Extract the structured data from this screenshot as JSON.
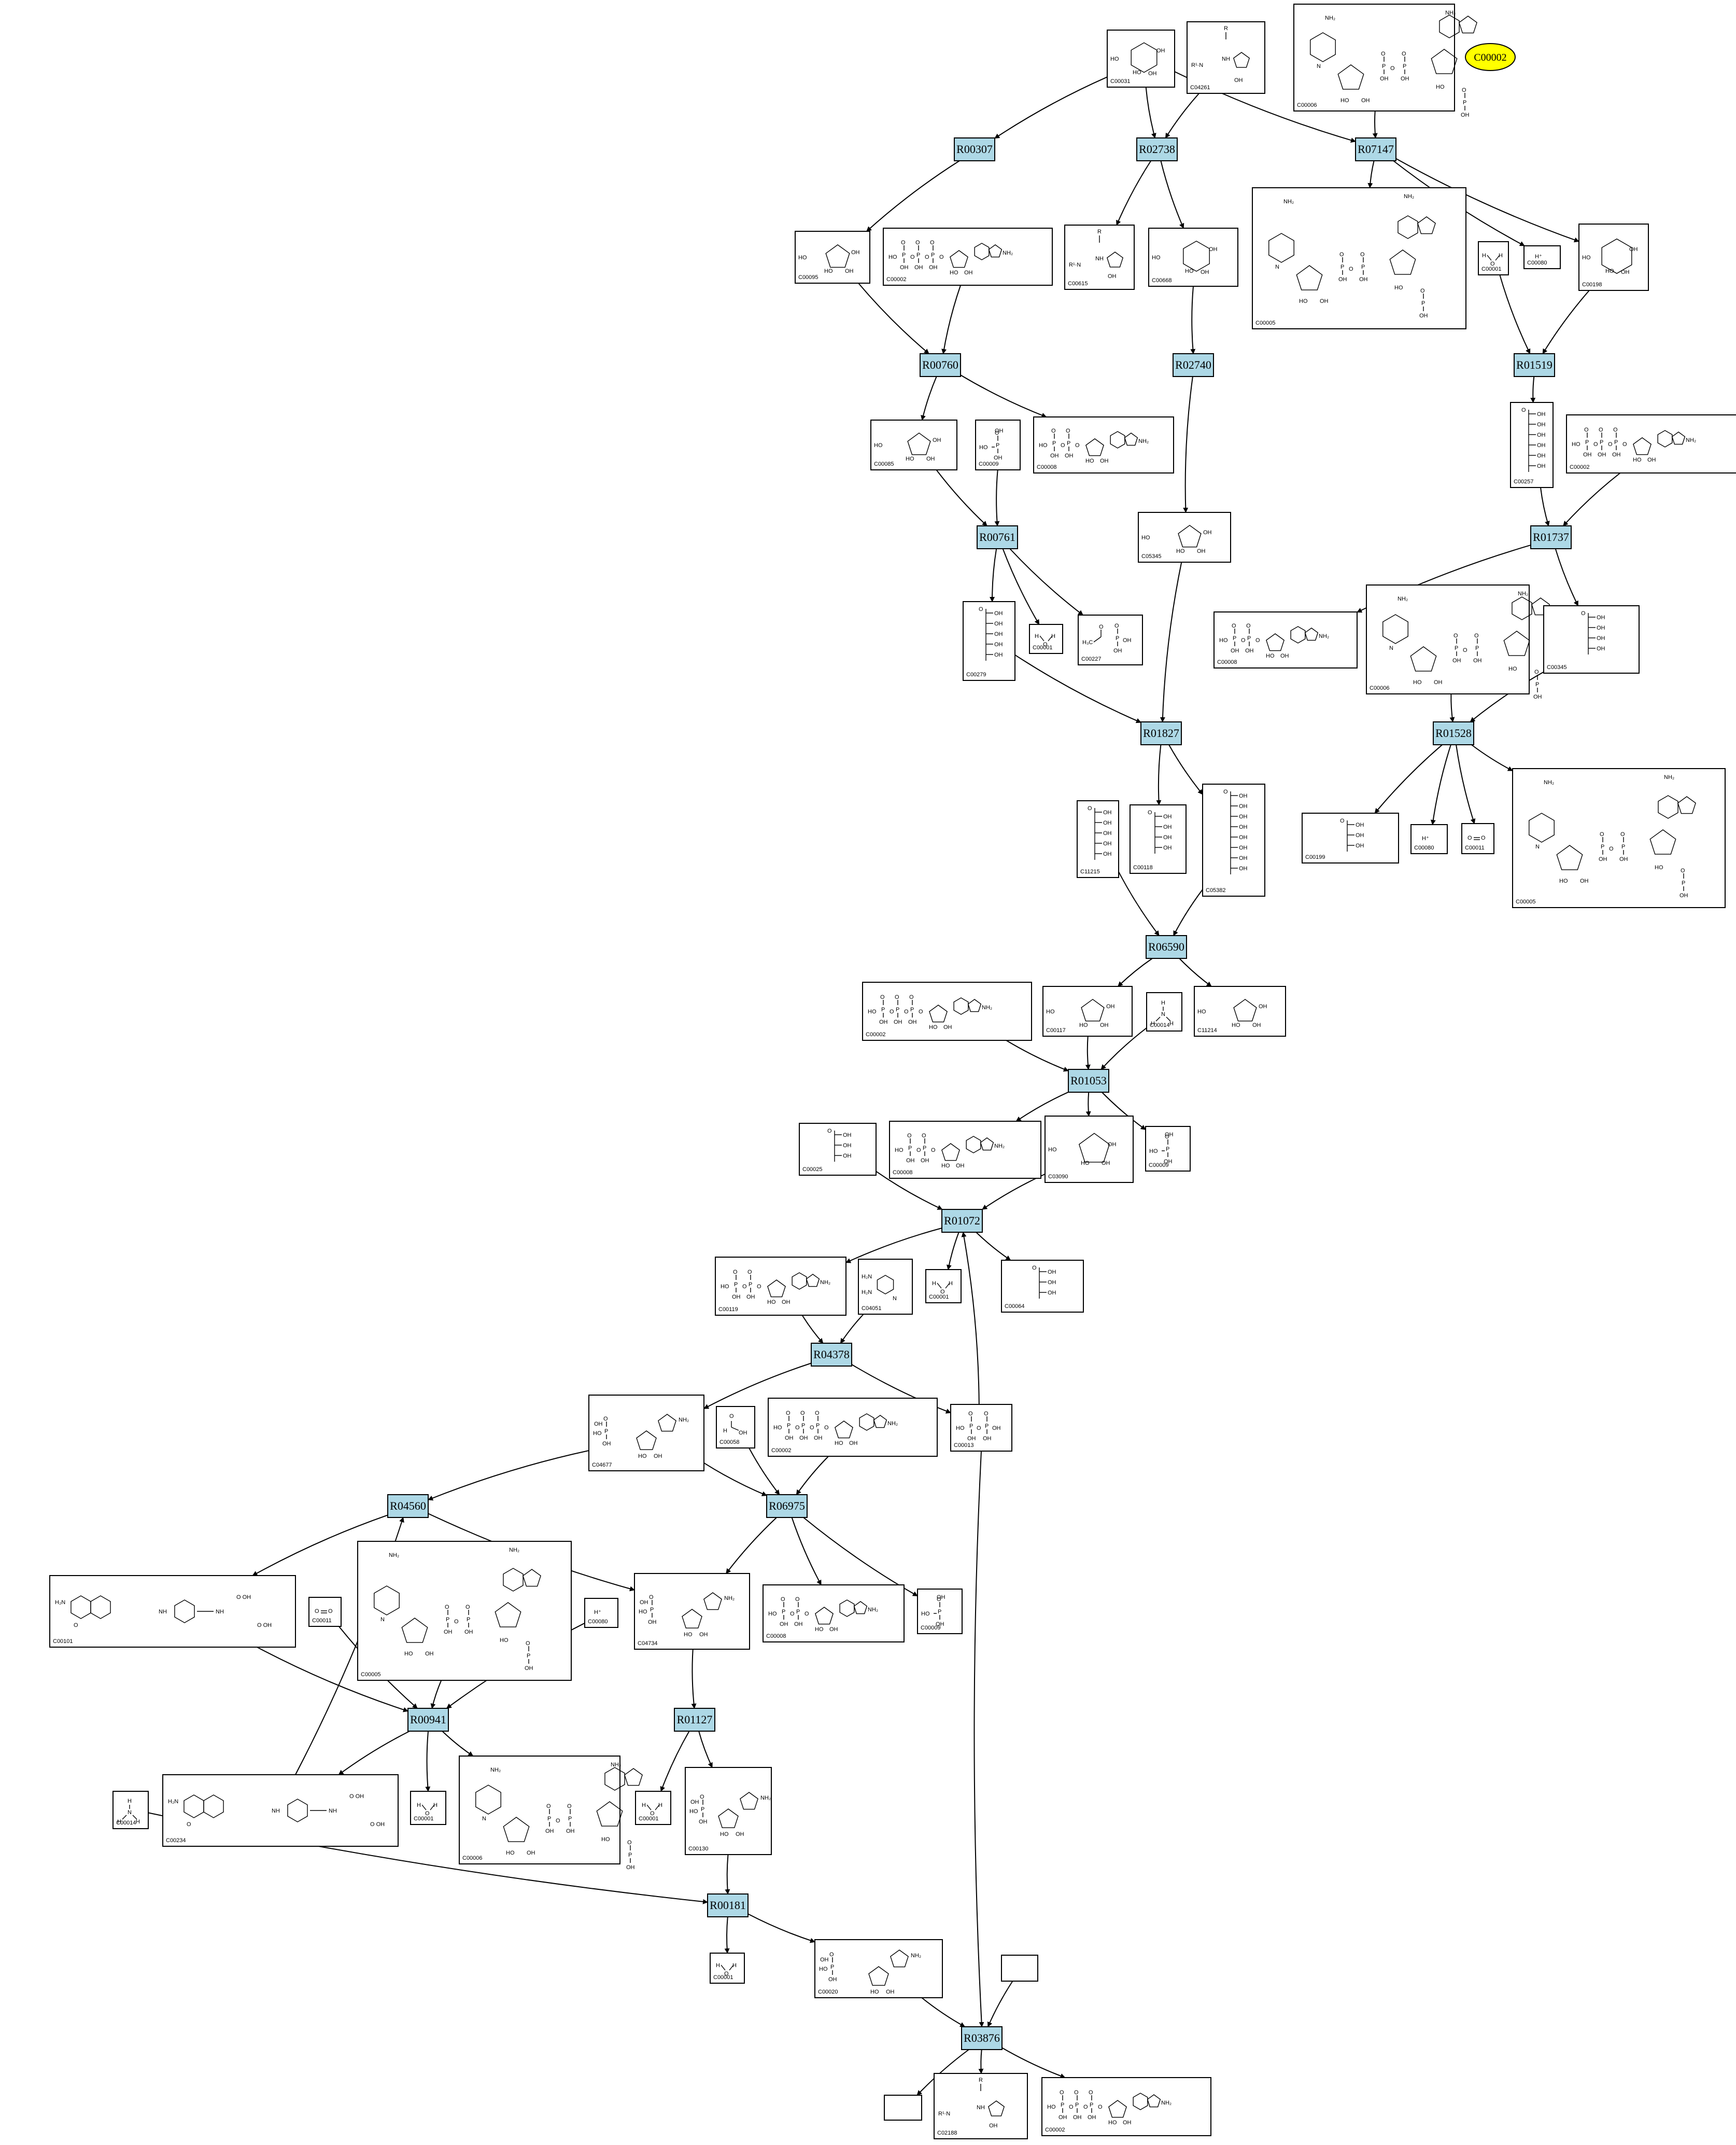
{
  "colors": {
    "reaction_fill": "#add8e6",
    "highlight_fill": "#ffff00",
    "line": "#000000",
    "background": "#ffffff"
  },
  "highlight": {
    "label": "C00002"
  },
  "reactions": [
    {
      "id": "R00307",
      "label": "R00307"
    },
    {
      "id": "R02738",
      "label": "R02738"
    },
    {
      "id": "R07147",
      "label": "R07147"
    },
    {
      "id": "R00760",
      "label": "R00760"
    },
    {
      "id": "R02740",
      "label": "R02740"
    },
    {
      "id": "R01519",
      "label": "R01519"
    },
    {
      "id": "R00761",
      "label": "R00761"
    },
    {
      "id": "R01737",
      "label": "R01737"
    },
    {
      "id": "R01827",
      "label": "R01827"
    },
    {
      "id": "R01528",
      "label": "R01528"
    },
    {
      "id": "R06590",
      "label": "R06590"
    },
    {
      "id": "R01053",
      "label": "R01053"
    },
    {
      "id": "R01072",
      "label": "R01072"
    },
    {
      "id": "R04378",
      "label": "R04378"
    },
    {
      "id": "R04560",
      "label": "R04560"
    },
    {
      "id": "R06975",
      "label": "R06975"
    },
    {
      "id": "R00941",
      "label": "R00941"
    },
    {
      "id": "R01127",
      "label": "R01127"
    },
    {
      "id": "R00181",
      "label": "R00181"
    },
    {
      "id": "R03876",
      "label": "R03876"
    }
  ],
  "compounds": [
    {
      "key": "a1",
      "label": "C00031",
      "kind": "pyranose"
    },
    {
      "key": "a2",
      "label": "C04261",
      "kind": "peptide"
    },
    {
      "key": "a3",
      "label": "C00006",
      "kind": "nadp"
    },
    {
      "key": "a4",
      "label": "C00095",
      "kind": "furanose"
    },
    {
      "key": "a5",
      "label": "C00002",
      "kind": "atp"
    },
    {
      "key": "a6",
      "label": "C00615",
      "kind": "peptide"
    },
    {
      "key": "a7",
      "label": "C00668",
      "kind": "pyranose"
    },
    {
      "key": "a8",
      "label": "C00005",
      "kind": "nadp"
    },
    {
      "key": "a9",
      "label": "C00001",
      "kind": "water"
    },
    {
      "key": "a10",
      "label": "C00080",
      "kind": "proton"
    },
    {
      "key": "a11",
      "label": "C00198",
      "kind": "pyranose"
    },
    {
      "key": "a12",
      "label": "C00085",
      "kind": "furanose"
    },
    {
      "key": "a13",
      "label": "C00009",
      "kind": "phosphate"
    },
    {
      "key": "a14",
      "label": "C00008",
      "kind": "adp"
    },
    {
      "key": "a15",
      "label": "C00257",
      "kind": "chain"
    },
    {
      "key": "a16",
      "label": "C00002",
      "kind": "atp"
    },
    {
      "key": "a17",
      "label": "C05345",
      "kind": "furanose"
    },
    {
      "key": "a18",
      "label": "C00279",
      "kind": "chain"
    },
    {
      "key": "a19",
      "label": "C00001",
      "kind": "water"
    },
    {
      "key": "a20",
      "label": "C00227",
      "kind": "acetylp"
    },
    {
      "key": "a21",
      "label": "C00008",
      "kind": "adp"
    },
    {
      "key": "a22",
      "label": "C00006",
      "kind": "nadp"
    },
    {
      "key": "a23",
      "label": "C00345",
      "kind": "chain"
    },
    {
      "key": "a24",
      "label": "C11215",
      "kind": "chain"
    },
    {
      "key": "a25",
      "label": "C00118",
      "kind": "chain"
    },
    {
      "key": "a26",
      "label": "C05382",
      "kind": "chain"
    },
    {
      "key": "a27",
      "label": "C00199",
      "kind": "chain"
    },
    {
      "key": "a28",
      "label": "C00080",
      "kind": "proton"
    },
    {
      "key": "a29",
      "label": "C00011",
      "kind": "co2"
    },
    {
      "key": "a30",
      "label": "C00005",
      "kind": "nadp"
    },
    {
      "key": "a31",
      "label": "C00002",
      "kind": "atp"
    },
    {
      "key": "a32",
      "label": "C00117",
      "kind": "furanose"
    },
    {
      "key": "a33",
      "label": "C00014",
      "kind": "ammonia"
    },
    {
      "key": "a34",
      "label": "C11214",
      "kind": "furanose"
    },
    {
      "key": "a35",
      "label": "C00025",
      "kind": "chain"
    },
    {
      "key": "a36",
      "label": "C00008",
      "kind": "adp"
    },
    {
      "key": "a37",
      "label": "C03090",
      "kind": "furanose"
    },
    {
      "key": "a38",
      "label": "C00009",
      "kind": "phosphate"
    },
    {
      "key": "a39",
      "label": "C00119",
      "kind": "adp"
    },
    {
      "key": "a40",
      "label": "C04051",
      "kind": "ring"
    },
    {
      "key": "a41",
      "label": "C00001",
      "kind": "water"
    },
    {
      "key": "a42",
      "label": "C00064",
      "kind": "chain"
    },
    {
      "key": "a43",
      "label": "C04677",
      "kind": "nucleotide"
    },
    {
      "key": "a44",
      "label": "C00058",
      "kind": "formate"
    },
    {
      "key": "a45",
      "label": "C00002",
      "kind": "atp"
    },
    {
      "key": "a46",
      "label": "C00013",
      "kind": "pyrophosphate"
    },
    {
      "key": "a47",
      "label": "C00101",
      "kind": "folate"
    },
    {
      "key": "a48",
      "label": "C00011",
      "kind": "co2"
    },
    {
      "key": "a49",
      "label": "C00005",
      "kind": "nadp"
    },
    {
      "key": "a50",
      "label": "C00080",
      "kind": "proton"
    },
    {
      "key": "a51",
      "label": "C04734",
      "kind": "nucleotide"
    },
    {
      "key": "a52",
      "label": "C00008",
      "kind": "adp"
    },
    {
      "key": "a53",
      "label": "C00009",
      "kind": "phosphate"
    },
    {
      "key": "a54",
      "label": "C00014",
      "kind": "ammonia"
    },
    {
      "key": "a55",
      "label": "C00234",
      "kind": "folate"
    },
    {
      "key": "a56",
      "label": "C00001",
      "kind": "water"
    },
    {
      "key": "a57",
      "label": "C00006",
      "kind": "nadp"
    },
    {
      "key": "a58",
      "label": "C00001",
      "kind": "water"
    },
    {
      "key": "a59",
      "label": "C00130",
      "kind": "nucleotide"
    },
    {
      "key": "a60",
      "label": "C00001",
      "kind": "water"
    },
    {
      "key": "a61",
      "label": "C00020",
      "kind": "nucleotide"
    },
    {
      "key": "a62",
      "label": "",
      "kind": "empty"
    },
    {
      "key": "a63",
      "label": "",
      "kind": "empty"
    },
    {
      "key": "a64",
      "label": "C02188",
      "kind": "peptide"
    },
    {
      "key": "a65",
      "label": "C00002",
      "kind": "atp"
    }
  ]
}
